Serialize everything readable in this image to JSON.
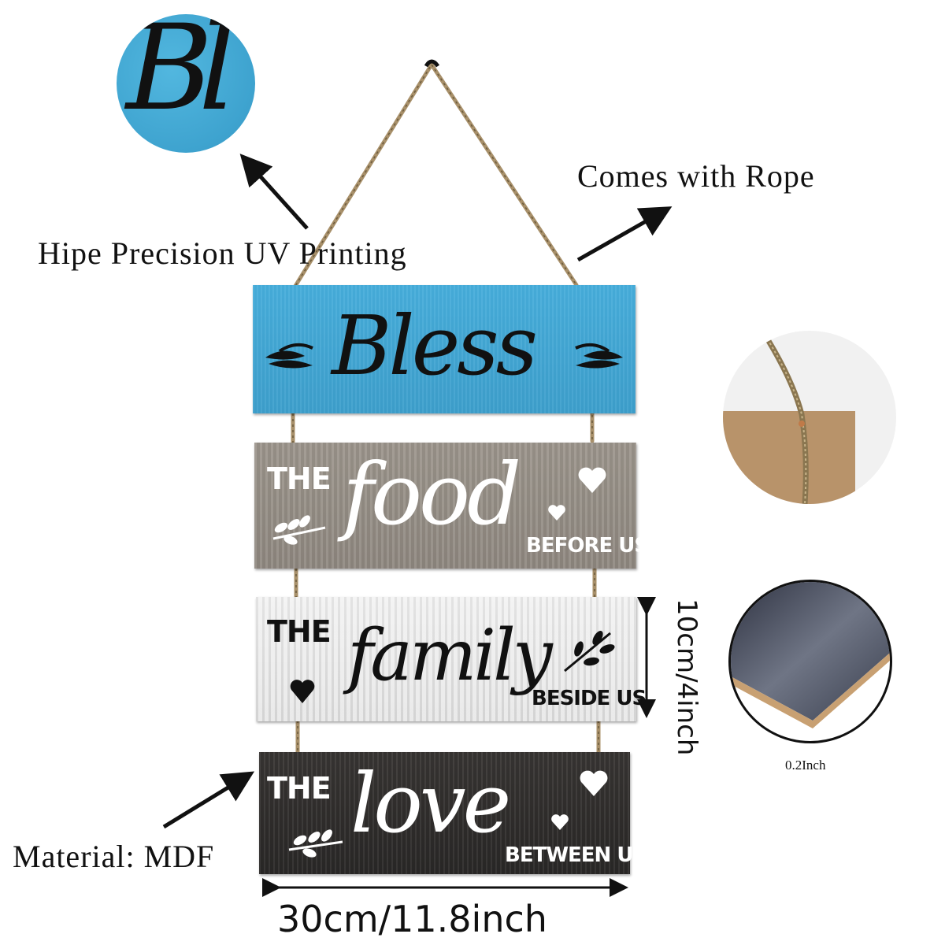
{
  "zoom": {
    "script_text": "Bl"
  },
  "callouts": {
    "uv_printing": "Hipe Precision UV Printing",
    "rope": "Comes with Rope",
    "material": "Material: MDF"
  },
  "dimensions": {
    "height": "10cm/4inch",
    "width": "30cm/11.8inch",
    "thickness": "0.2Inch"
  },
  "planks": {
    "bless": {
      "script": "Bless"
    },
    "food": {
      "the": "THE",
      "script": "food",
      "sub": "BEFORE US"
    },
    "family": {
      "the": "THE",
      "script": "family",
      "sub": "BESIDE US"
    },
    "love": {
      "the": "THE",
      "script": "love",
      "sub": "BETWEEN US"
    }
  },
  "colors": {
    "blue": "#3fa4d2",
    "gray": "#968f86",
    "white": "#e6e6e6",
    "dark": "#333130",
    "rope": "#b39a6e"
  }
}
